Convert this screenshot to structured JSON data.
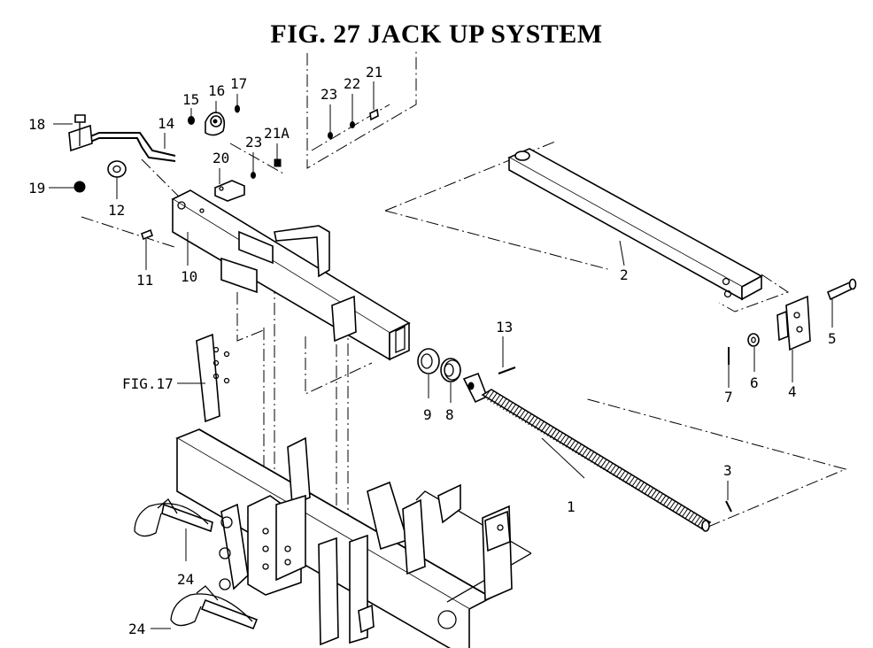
{
  "figure": {
    "title": "FIG. 27  JACK UP SYSTEM",
    "ref_label": "FIG.17"
  },
  "callouts": {
    "c1": "1",
    "c2": "2",
    "c3": "3",
    "c4": "4",
    "c5": "5",
    "c6": "6",
    "c7": "7",
    "c8": "8",
    "c9": "9",
    "c10": "10",
    "c11": "11",
    "c12": "12",
    "c13": "13",
    "c14": "14",
    "c15": "15",
    "c16": "16",
    "c17": "17",
    "c18": "18",
    "c19": "19",
    "c20": "20",
    "c21": "21",
    "c21a": "21A",
    "c22": "22",
    "c23a": "23",
    "c23b": "23",
    "c24a": "24",
    "c24b": "24"
  }
}
